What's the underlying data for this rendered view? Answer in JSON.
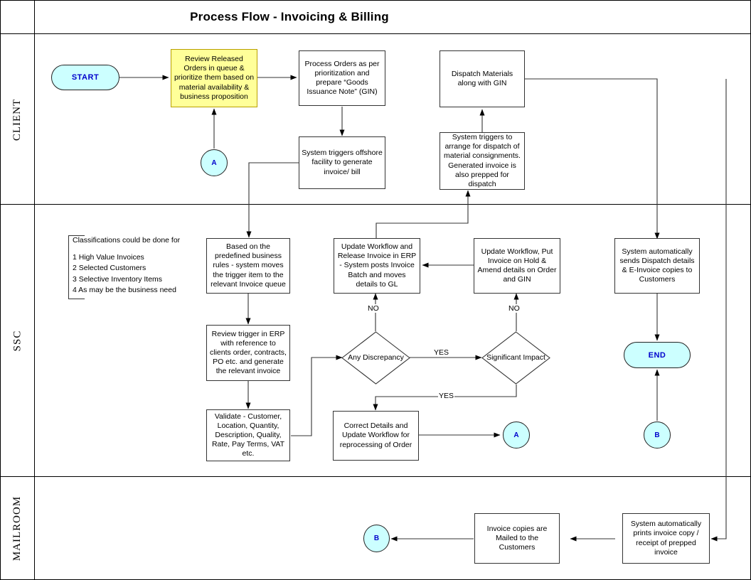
{
  "title": "Process Flow - Invoicing & Billing",
  "lanes": [
    {
      "id": "client",
      "label": "CLIENT"
    },
    {
      "id": "ssc",
      "label": "SSC"
    },
    {
      "id": "mailroom",
      "label": "MAILROOM"
    }
  ],
  "colors": {
    "terminator_fill": "#CCFFFF",
    "terminator_text": "#0000CC",
    "highlight_fill": "#FFFF99",
    "highlight_border": "#B8A000",
    "process_fill": "#FFFFFF",
    "border": "#333333",
    "lane_border": "#000000"
  },
  "nodes": {
    "start": {
      "label": "START",
      "shape": "terminator",
      "lane": "client"
    },
    "review_released": {
      "label": "Review Released Orders in queue & prioritize them based on material availability & business proposition",
      "shape": "process-highlight",
      "lane": "client"
    },
    "process_orders": {
      "label": "Process Orders as per prioritization and prepare “Goods Issuance Note” (GIN)",
      "shape": "process",
      "lane": "client"
    },
    "dispatch_materials": {
      "label": "Dispatch Materials along with GIN",
      "shape": "process",
      "lane": "client"
    },
    "connector_a_client": {
      "label": "A",
      "shape": "connector",
      "lane": "client"
    },
    "system_triggers_offshore": {
      "label": "System triggers offshore facility to generate invoice/ bill",
      "shape": "process",
      "lane": "client"
    },
    "system_triggers_dispatch": {
      "label": "System triggers to arrange for dispatch of material consignments. Generated invoice is also prepped for dispatch",
      "shape": "process",
      "lane": "client"
    },
    "based_on_rules": {
      "label": "Based on the predefined business rules - system moves the trigger item to the relevant Invoice queue",
      "shape": "process",
      "lane": "ssc"
    },
    "update_release_erp": {
      "label": "Update Workflow and Release Invoice in ERP - System posts Invoice Batch and moves details to GL",
      "shape": "process",
      "lane": "ssc"
    },
    "update_hold_amend": {
      "label": "Update Workflow, Put Invoice on Hold & Amend details on Order and GIN",
      "shape": "process",
      "lane": "ssc"
    },
    "system_sends_dispatch": {
      "label": "System automatically sends Dispatch details & E-Invoice copies to Customers",
      "shape": "process",
      "lane": "ssc"
    },
    "review_trigger_erp": {
      "label": "Review trigger in ERP with reference to clients order, contracts, PO etc. and generate the relevant invoice",
      "shape": "process",
      "lane": "ssc"
    },
    "any_discrepancy": {
      "label": "Any Discrepancy",
      "shape": "decision",
      "lane": "ssc"
    },
    "significant_impact": {
      "label": "Significant Impact",
      "shape": "decision",
      "lane": "ssc"
    },
    "end": {
      "label": "END",
      "shape": "terminator",
      "lane": "ssc"
    },
    "validate": {
      "label": "Validate - Customer, Location, Quantity, Description, Quality, Rate, Pay Terms, VAT etc.",
      "shape": "process",
      "lane": "ssc"
    },
    "correct_details": {
      "label": "Correct Details and Update Workflow for reprocessing of Order",
      "shape": "process",
      "lane": "ssc"
    },
    "connector_a_ssc": {
      "label": "A",
      "shape": "connector",
      "lane": "ssc"
    },
    "connector_b_ssc": {
      "label": "B",
      "shape": "connector",
      "lane": "ssc"
    },
    "connector_b_mailroom": {
      "label": "B",
      "shape": "connector",
      "lane": "mailroom"
    },
    "invoice_copies_mailed": {
      "label": "Invoice copies are Mailed to the Customers",
      "shape": "process",
      "lane": "mailroom"
    },
    "system_prints_invoice": {
      "label": "System automatically prints invoice copy / receipt of prepped invoice",
      "shape": "process",
      "lane": "mailroom"
    }
  },
  "note": {
    "heading": "Classifications could be done for",
    "items": [
      "1 High Value Invoices",
      "2 Selected Customers",
      "3 Selective Inventory Items",
      "4 As may be the business need"
    ]
  },
  "edge_labels": {
    "no_discrepancy": "NO",
    "no_impact": "NO",
    "yes_discrepancy": "YES",
    "yes_impact": "YES"
  }
}
